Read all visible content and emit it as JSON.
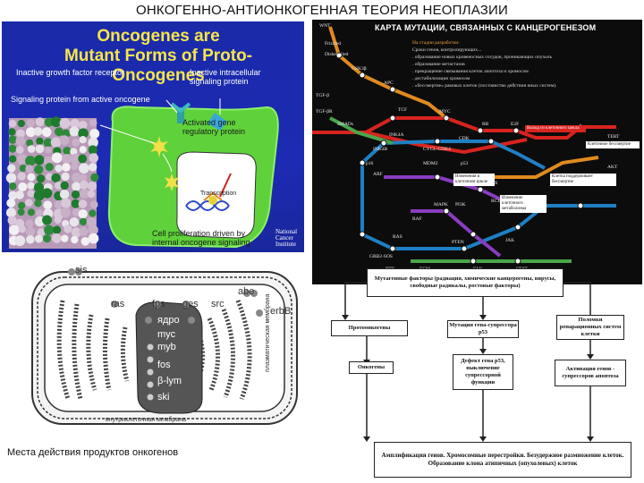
{
  "slide": {
    "title": "ОНКОГЕННО-АНТИОНКОГЕННАЯ ТЕОРИЯ НЕОПЛАЗИИ"
  },
  "oncogene_panel": {
    "title_line1": "Oncogenes are",
    "title_line2": "Mutant Forms of Proto-Oncogenes",
    "labels": {
      "inactive_receptor": "Inactive growth factor receptor",
      "inactive_intracellular": "Inactive intracellular signaling protein",
      "signaling_active": "Signaling protein from active oncogene",
      "activated_gene": "Activated gene regulatory protein",
      "transcription": "Transcription",
      "proliferation": "Cell proliferation driven by internal oncogene signaling"
    },
    "logo_text": "National Cancer Institute",
    "colors": {
      "background": "#1d2ab4",
      "title": "#f6e64a",
      "cell": "#5fd13a"
    }
  },
  "mutation_map": {
    "title": "КАРТА МУТАЦИИ, СВЯЗАННЫХ С КАНЦЕРОГЕНЕЗОМ",
    "legend": [
      "На стадии разработки:",
      "Сроки генов, контролирующих...",
      ". образование новых кровеносных сосудов, проникающих опухоль",
      ". образование метастазов",
      ". прекращение связывания клеток апоптоза и хромосом",
      ". дестабилизация хромосом",
      ". «бессмертие» раковых клеток (постоянство действия иных систем)."
    ],
    "nodes": [
      "WNT",
      "Frizzled",
      "Dishevelled",
      "GSK3β",
      "APC",
      "TGF-β",
      "TCF",
      "TGF-βR",
      "SMADs",
      "MYC",
      "CYCL-CDK4",
      "INK4B",
      "INK4A",
      "p16",
      "CDK",
      "RB",
      "E2F",
      "TERT",
      "p53",
      "MDM2",
      "ARF",
      "BAX",
      "BCL2",
      "AKT",
      "PTEN",
      "PI3K",
      "MAPK",
      "RAF",
      "RAS",
      "GRB2-SOS",
      "RTK",
      "ECM",
      "FAK",
      "STAT",
      "JAK"
    ],
    "boxes": [
      "Выход из клеточного цикла",
      "Клеточное бессмертие",
      "Клетка поддерживает бессмертие",
      "Изменения в клеточном цикле",
      "Изменение клеточного метаболизма"
    ],
    "colors": {
      "background": "#0c0c0c",
      "red": "#d8231f",
      "blue": "#1f7fc4",
      "purple": "#8a3cc0",
      "orange": "#e08a1e",
      "green": "#4aa64a"
    }
  },
  "cell_panel": {
    "outside_labels": [
      "sis",
      "abe",
      "erbB",
      "ras",
      "fps",
      "ges",
      "src"
    ],
    "nucleus_labels": [
      "ядро",
      "myc",
      "myb",
      "fos",
      "β-lym",
      "ski"
    ],
    "membrane_label": "внутриклеточная мембрана",
    "side_label": "плазматическая мембрана",
    "caption": "Места действия продуктов онкогенов"
  },
  "flowchart": {
    "top": "Мутагенные факторы (радиация, химические канцерогены, вирусы, свободные радикалы, ростовые факторы)",
    "proto": "Протоонкогены",
    "p53_mutation": "Мутация гена-супрессора р53",
    "repair": "Поломки репарационных систем клетки",
    "oncogenes": "Онкогены",
    "p53_defect": "Дефект гена р53, выключение супрессорной функции",
    "apoptosis": "Активация генов - супрессоров апоптоза",
    "bottom": "Амплификация генов. Хромосомные перестройки. Безудержное размножение клеток. Образование клона атипичных (опухолевых) клеток"
  }
}
